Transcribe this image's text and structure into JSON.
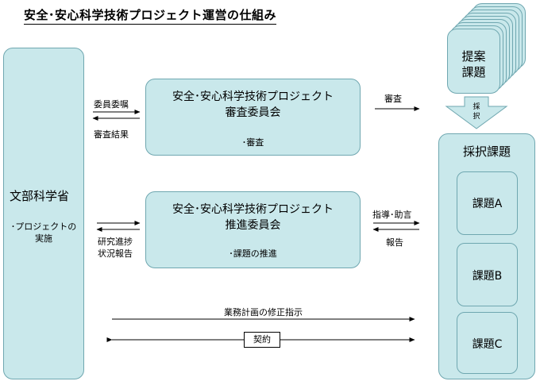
{
  "title": "安全･安心科学技術プロジェクト運営の仕組み",
  "ministry": {
    "name": "文部科学省",
    "role_line1": "･プロジェクトの",
    "role_line2": "実施"
  },
  "review_committee": {
    "name_line1": "安全･安心科学技術プロジェクト",
    "name_line2": "審査委員会",
    "duty": "･審査"
  },
  "promotion_committee": {
    "name_line1": "安全･安心科学技術プロジェクト",
    "name_line2": "推進委員会",
    "duty": "･課題の推進"
  },
  "proposals": {
    "label_line1": "提案",
    "label_line2": "課題"
  },
  "adoption_arrow": {
    "label_line1": "採",
    "label_line2": "択"
  },
  "adopted": {
    "title": "採択課題",
    "items": [
      "課題A",
      "課題B",
      "課題C"
    ]
  },
  "flows": {
    "commission": "委員委嘱",
    "review_result": "審査結果",
    "review": "審査",
    "progress_line1": "研究進捗",
    "progress_line2": "状況報告",
    "guidance": "指導･助言",
    "report": "報告",
    "plan_revision": "業務計画の修正指示",
    "contract": "契約"
  }
}
